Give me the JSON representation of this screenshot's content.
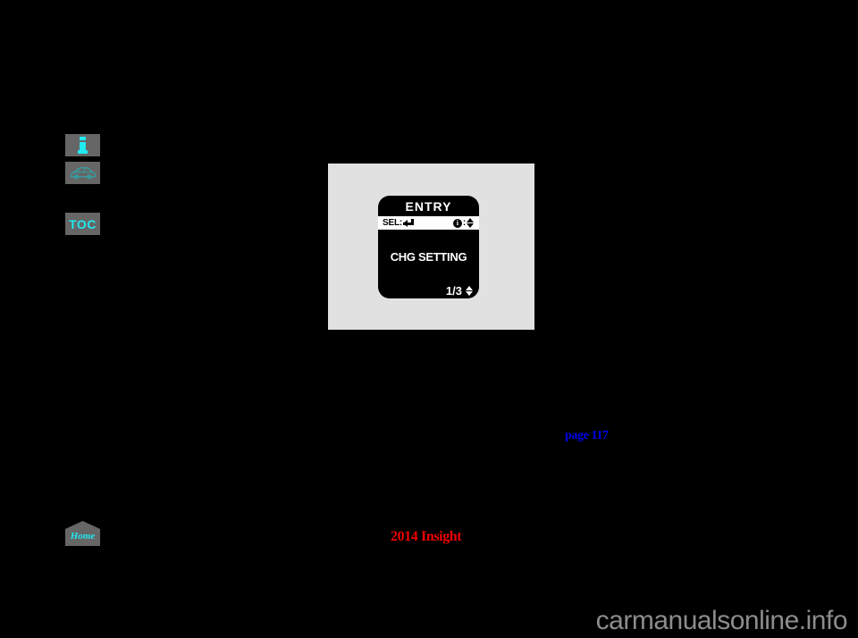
{
  "page": {
    "background_color": "#000000",
    "model_title": "2014 Insight",
    "page_reference": "page 117",
    "watermark": "carmanualsonline.info"
  },
  "sidebar": {
    "button_color": "#666666",
    "accent_color": "#22E8F0",
    "items": [
      {
        "name": "info",
        "icon": "info-i-icon",
        "label": ""
      },
      {
        "name": "vehicle",
        "icon": "car-side-icon",
        "label": ""
      },
      {
        "name": "toc",
        "icon": "toc-icon",
        "label": "TOC"
      },
      {
        "name": "home",
        "icon": "home-icon",
        "label": "Home"
      }
    ]
  },
  "illustration": {
    "panel_background": "#E1E1E1",
    "display": {
      "title": "ENTRY",
      "select_bar": {
        "select_label": "SEL:",
        "select_icon": "enter-return-arrow-icon",
        "info_icon": "info-circle-icon",
        "info_separator": ":",
        "scroll_icon": "up-down-arrow-icon"
      },
      "body_text": "CHG SETTING",
      "footer": {
        "page_indicator": "1/3",
        "scroll_icon": "up-down-arrow-icon"
      }
    }
  }
}
